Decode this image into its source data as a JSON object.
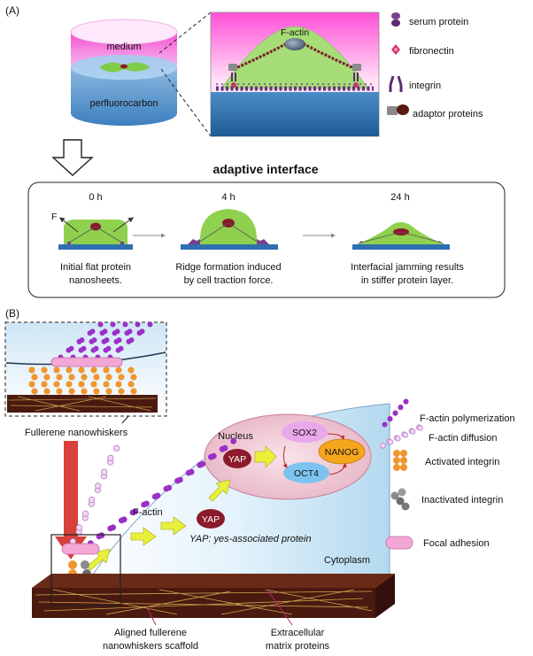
{
  "panel_a": {
    "tag": "(A)",
    "medium": "medium",
    "perfluorocarbon": "perfluorocarbon",
    "factin": "F-actin",
    "legend": [
      {
        "label": "serum protein",
        "icon": "serum-protein-icon",
        "color": "#7b3f8f"
      },
      {
        "label": "fibronectin",
        "icon": "fibronectin-icon",
        "color": "#d6336c"
      },
      {
        "label": "integrin",
        "icon": "integrin-icon",
        "color": "#5b2a6e"
      },
      {
        "label": "adaptor proteins",
        "icon": "adaptor-protein-icon",
        "color": "#4d4d4d"
      }
    ],
    "adaptive_title": "adaptive interface",
    "force_label": "F",
    "stages": [
      {
        "time": "0 h",
        "line1": "Initial flat protein",
        "line2": "nanosheets."
      },
      {
        "time": "4 h",
        "line1": "Ridge formation induced",
        "line2": "by cell traction force."
      },
      {
        "time": "24 h",
        "line1": "Interfacial jamming results",
        "line2": "in stiffer protein layer."
      }
    ]
  },
  "panel_b": {
    "tag": "(B)",
    "fullerene": "Fullerene nanowhiskers",
    "factin": "F-actin",
    "nucleus": "Nucleus",
    "yap": "YAP",
    "sox2": "SOX2",
    "nanog": "NANOG",
    "oct4": "OCT4",
    "yap_def": "YAP: yes-associated protein",
    "cytoplasm": "Cytoplasm",
    "scaffold_line1": "Aligned fullerene",
    "scaffold_line2": "nanowhiskers scaffold",
    "ecm_line1": "Extracellular",
    "ecm_line2": "matrix proteins",
    "legend": [
      {
        "label": "F-actin polymerization",
        "icon": "factin-polymerization-icon"
      },
      {
        "label": "F-actin diffusion",
        "icon": "factin-diffusion-icon"
      },
      {
        "label": "Activated integrin",
        "icon": "activated-integrin-icon"
      },
      {
        "label": "Inactivated integrin",
        "icon": "inactivated-integrin-icon"
      },
      {
        "label": "Focal adhesion",
        "icon": "focal-adhesion-icon"
      }
    ]
  },
  "colors": {
    "cell_green": "#8fd14f",
    "nucleus_maroon": "#8b1a2b",
    "substrate_blue": "#2f6fb0",
    "factin_purple": "#9b30c8",
    "integrin_orange": "#f0962e",
    "cytoplasm_blue": "#cfe8f7",
    "scaffold_brown": "#4a1a10",
    "arrow_yellow": "#e8f03a",
    "arrow_red": "#d8403a",
    "medium_pink": "#ff5fd0"
  }
}
